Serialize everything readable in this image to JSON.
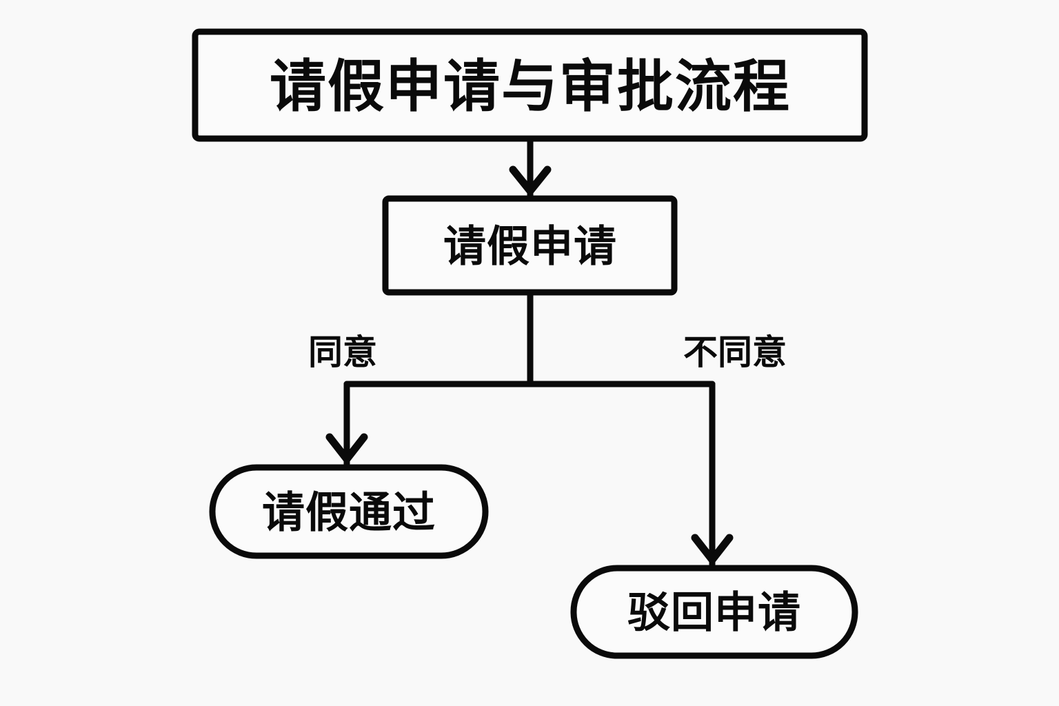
{
  "diagram": {
    "type": "flowchart",
    "orientation": "top-down",
    "background_color": "#f9f9f9",
    "line_color": "#0a0a0a",
    "fill_color": "#fbfbfb",
    "title": "请假申请与审批流程",
    "nodes": [
      {
        "id": "title",
        "shape": "rectangle",
        "label": "请假申请与审批流程"
      },
      {
        "id": "apply",
        "shape": "rectangle",
        "label": "请假申请"
      },
      {
        "id": "approved",
        "shape": "stadium",
        "label": "请假通过"
      },
      {
        "id": "rejected",
        "shape": "stadium",
        "label": "驳回申请"
      }
    ],
    "edges": [
      {
        "from": "title",
        "to": "apply",
        "label": ""
      },
      {
        "from": "apply",
        "to": "approved",
        "label": "同意"
      },
      {
        "from": "apply",
        "to": "rejected",
        "label": "不同意"
      }
    ],
    "edge_labels": {
      "agree": "同意",
      "disagree": "不同意"
    }
  }
}
